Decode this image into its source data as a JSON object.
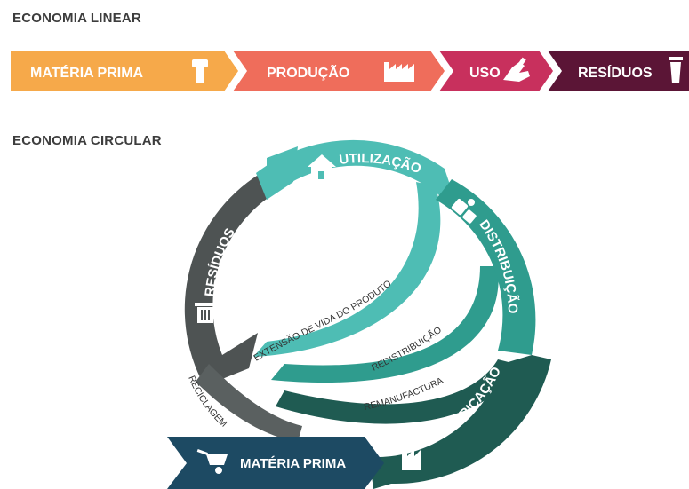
{
  "linear": {
    "title": "ECONOMIA LINEAR",
    "steps": [
      {
        "label": "MATÉRIA PRIMA",
        "icon": "raw-material-icon",
        "color": "#f6a94a"
      },
      {
        "label": "PRODUÇÃO",
        "icon": "factory-icon",
        "color": "#ef6d5b"
      },
      {
        "label": "USO",
        "icon": "hand-icon",
        "color": "#c8305d"
      },
      {
        "label": "RESÍDUOS",
        "icon": "trash-icon",
        "color": "#5b1536"
      }
    ]
  },
  "circular": {
    "title": "ECONOMIA CIRCULAR",
    "stages": {
      "utilizacao": {
        "label": "UTILIZAÇÃO",
        "icon": "house-icon",
        "color": "#4ebdb4"
      },
      "distribuicao": {
        "label": "DISTRIBUIÇÃO",
        "icon": "distribution-icon",
        "color": "#2f9c8e"
      },
      "fabricacao": {
        "label": "FABRICAÇÃO",
        "icon": "factory-icon",
        "color": "#1f5b52"
      },
      "materia_prima": {
        "label": "MATÉRIA PRIMA",
        "icon": "wheelbarrow-icon",
        "color": "#1d4a63"
      },
      "residuos": {
        "label": "RESÍDUOS",
        "icon": "trash-icon",
        "color": "#4e5353"
      }
    },
    "loops": {
      "extensao": "EXTENSÃO DE VIDA DO PRODUTO",
      "redistribuicao": "REDISTRIBUIÇÃO",
      "remanufactura": "REMANUFACTURA",
      "reciclagem": "RECICLAGEM"
    }
  }
}
